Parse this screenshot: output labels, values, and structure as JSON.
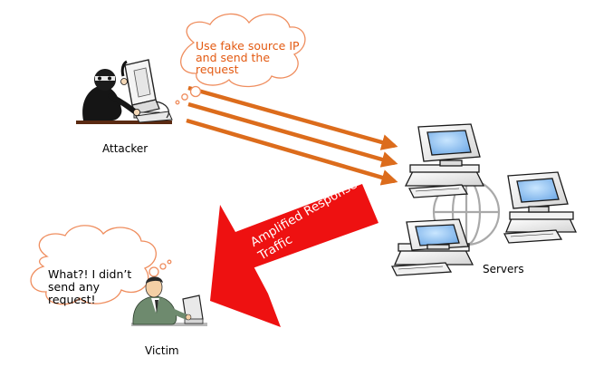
{
  "attacker": {
    "label": "Attacker",
    "thought": "Use fake source IP\nand send the\nrequest"
  },
  "servers": {
    "label": "Servers"
  },
  "victim": {
    "label": "Victim",
    "thought": "What?! I didn’t\nsend any\nrequest!"
  },
  "response_arrow": {
    "text": "Amplified Response\nTraffic"
  },
  "colors": {
    "request_arrows": "#dc6c1c",
    "response_arrow": "#ee1111",
    "attacker_thought_text": "#e35a12",
    "server_screen": "#8fc3f0",
    "cloud_outline": "#ef8e5f"
  }
}
